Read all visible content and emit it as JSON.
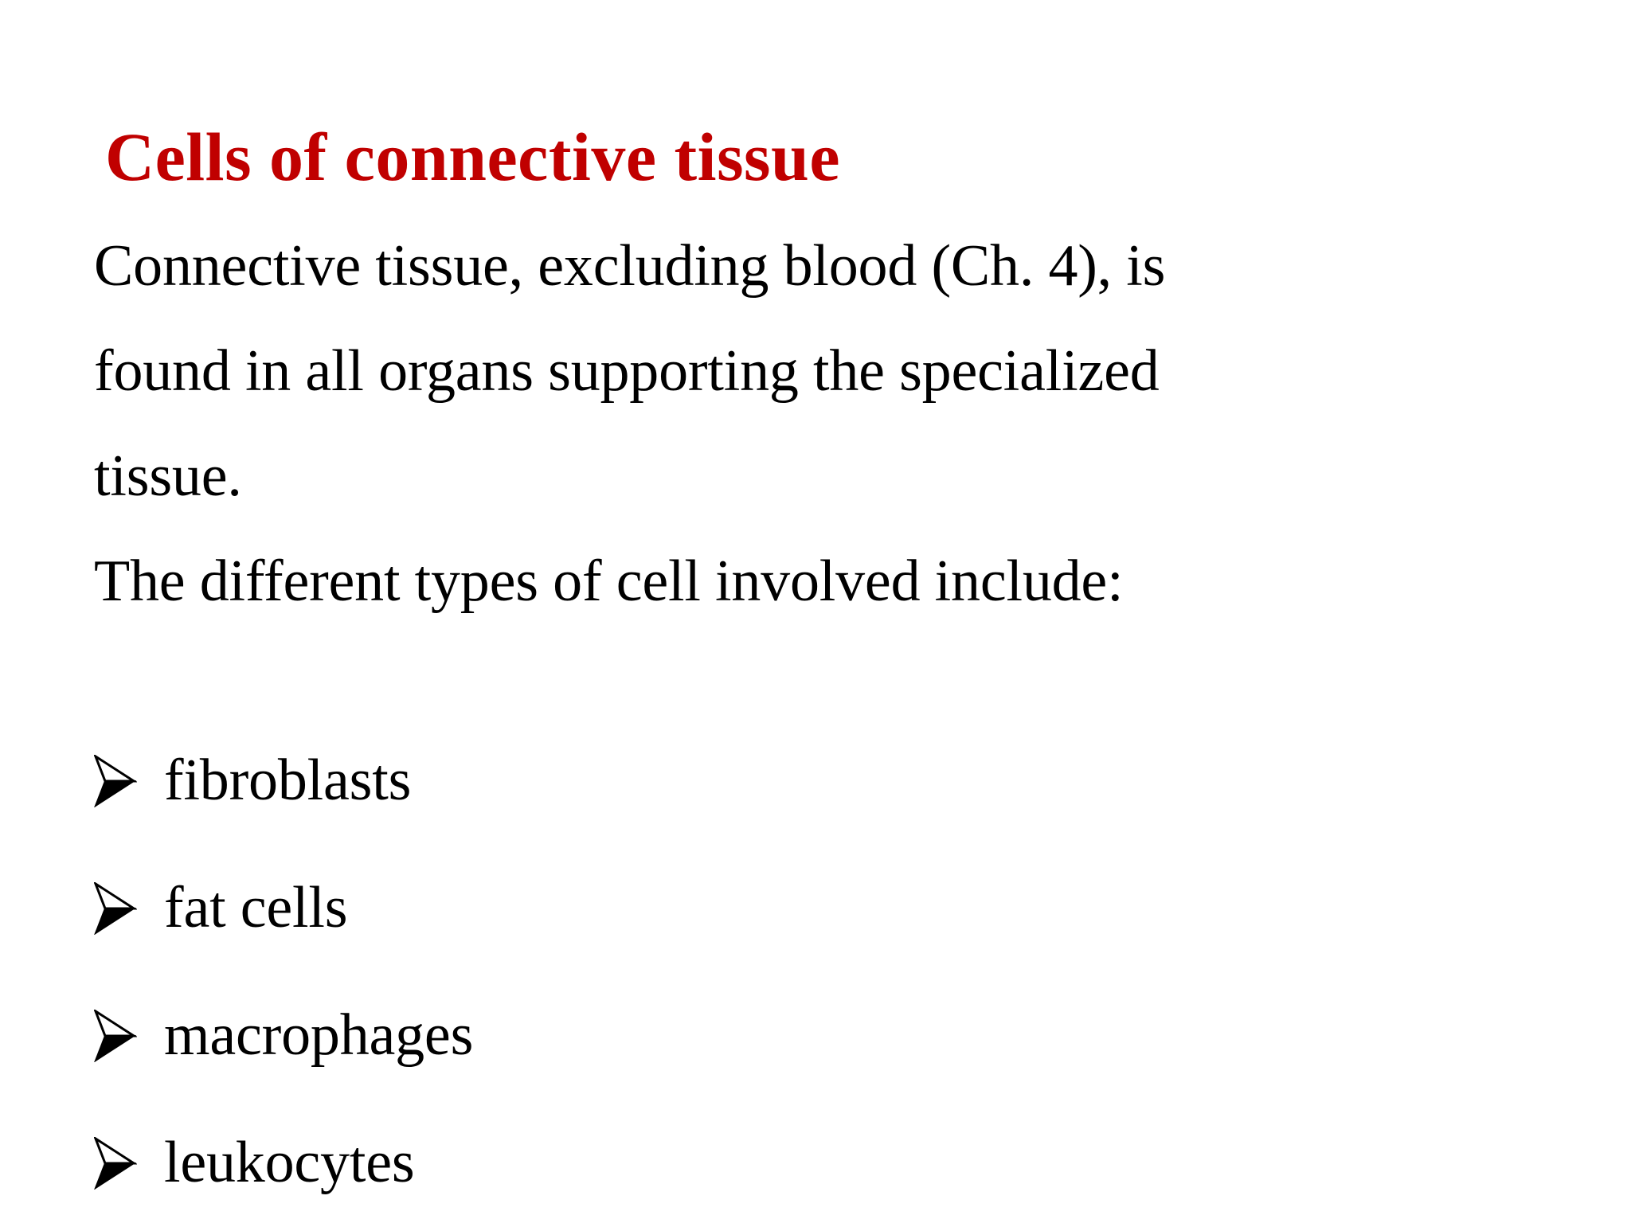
{
  "slide": {
    "background_color": "#FFFFFF",
    "title": {
      "text": "Cells of connective tissue",
      "color": "#C00000"
    },
    "body": {
      "color": "#000000",
      "lines": [
        "Connective tissue, excluding blood (Ch. 4), is",
        "found in all organs supporting the specialized",
        "tissue.",
        "The different types of cell involved include:"
      ]
    },
    "bullets": {
      "marker_glyph": "➢",
      "marker_name": "arrowhead-bullet-icon",
      "items": [
        "fibroblasts",
        "fat cells",
        "macrophages",
        "leukocytes"
      ]
    }
  }
}
